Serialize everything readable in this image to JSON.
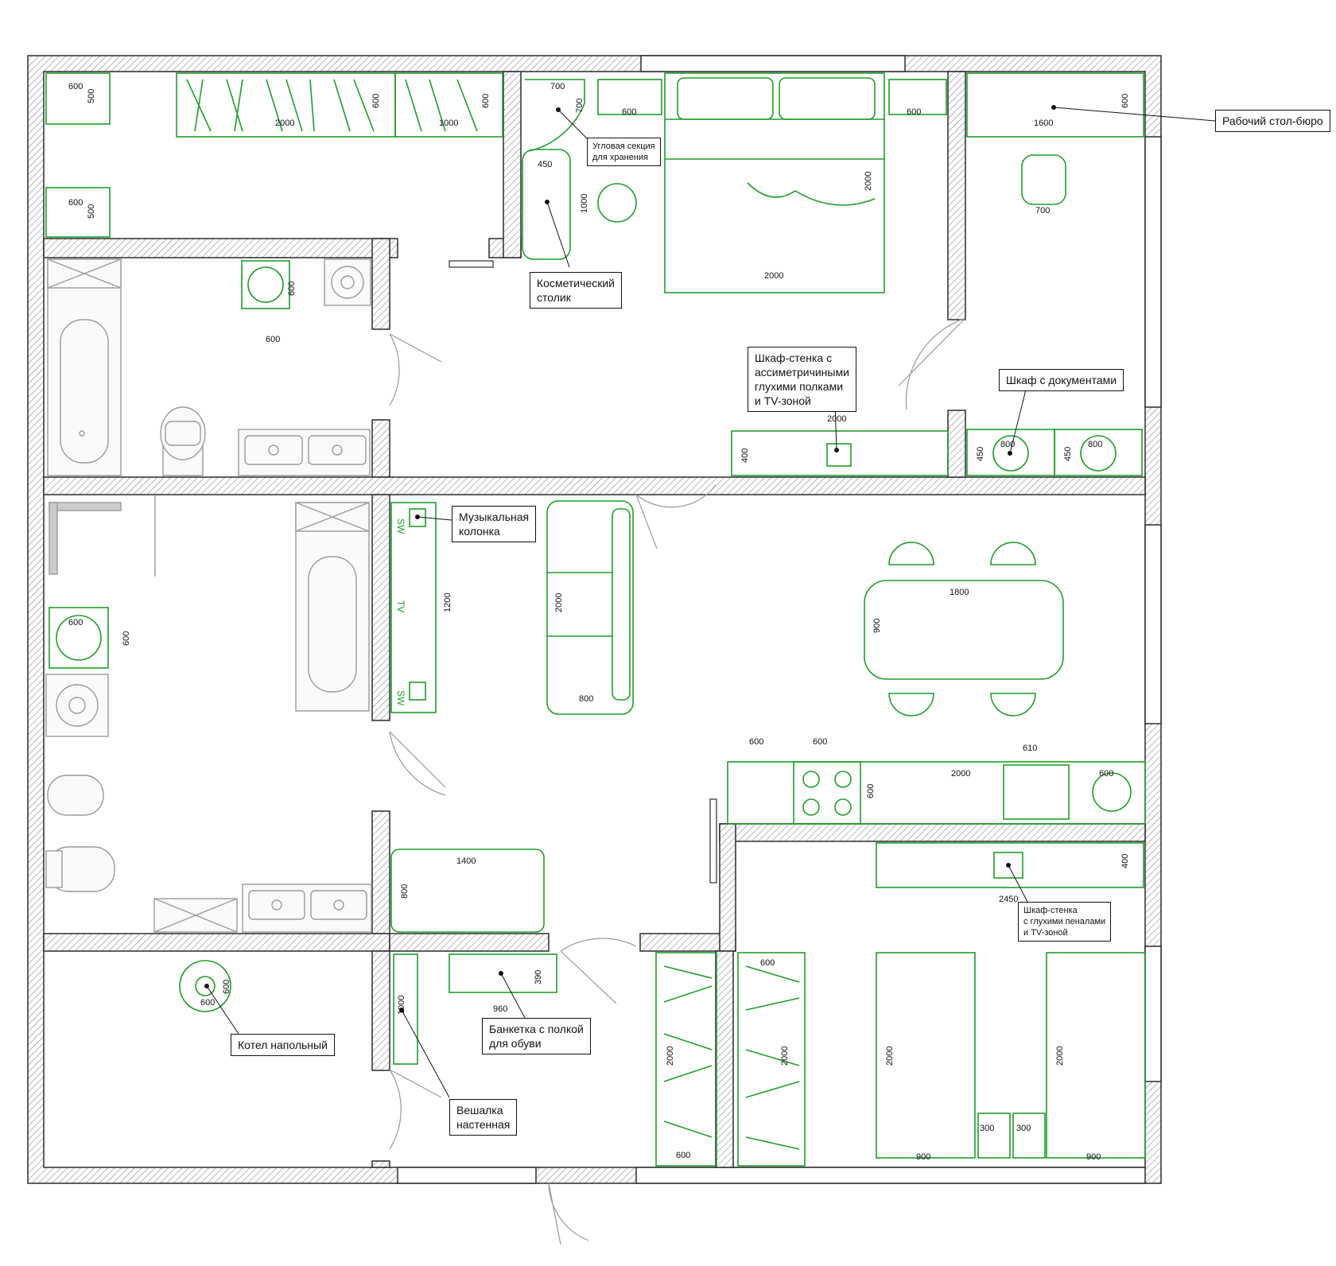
{
  "colors": {
    "wall": "#2b2b2b",
    "furniture": "#1f9e2a",
    "hatch": "#8a8a8a",
    "fixtures": "#9a9a9a"
  },
  "labels": {
    "desk": "Рабочий стол-бюро",
    "corner": "Угловая секция\nдля хранения",
    "vanity": "Косметический\nстолик",
    "tvwall": "Шкаф-стенка с\nассиметричиными\nглухими полками\nи TV-зоной",
    "docs": "Шкаф с документами",
    "speaker": "Музыкальная\nколонка",
    "boiler": "Котел напольный",
    "bench": "Банкетка с полкой\nдля обуви",
    "hanger": "Вешалка\nнастенная",
    "tvwall2": "Шкаф-стенка\nс глухими пеналами\nи TV-зоной"
  },
  "marks": {
    "sw1": "SW",
    "tv": "TV",
    "sw2": "SW"
  },
  "dims": {
    "d600a": "600",
    "d500a": "500",
    "d2000a": "2000",
    "d600b": "600",
    "d1000a": "1000",
    "d600c": "600",
    "d600d": "600",
    "d500b": "500",
    "d700a": "700",
    "d700b": "700",
    "d450a": "450",
    "d1000b": "1000",
    "d600e": "600",
    "d600f": "600",
    "d2000b": "2000",
    "d2000c": "2000",
    "d1600": "1600",
    "d600g": "600",
    "d700c": "700",
    "d600h": "600",
    "d600i": "600",
    "d2000d": "2000",
    "d400a": "400",
    "d450b": "450",
    "d800a": "800",
    "d450c": "450",
    "d800b": "800",
    "d600j": "600",
    "d600k": "600",
    "d1200": "1200",
    "d2000e": "2000",
    "d800c": "800",
    "d1800": "1800",
    "d900a": "900",
    "d600l": "600",
    "d600m": "600",
    "d610": "610",
    "d600n": "600",
    "d2000f": "2000",
    "d600o": "600",
    "d1400": "1400",
    "d800d": "800",
    "d400b": "400",
    "d2450": "2450",
    "d600p": "600",
    "d600q": "600",
    "d390": "390",
    "d960": "960",
    "d1000c": "1000",
    "d2000g": "2000",
    "d600r": "600",
    "d600s": "600",
    "d2000h": "2000",
    "d2000i": "2000",
    "d2000j": "2000",
    "d900b": "900",
    "d300a": "300",
    "d300b": "300",
    "d900c": "900"
  }
}
